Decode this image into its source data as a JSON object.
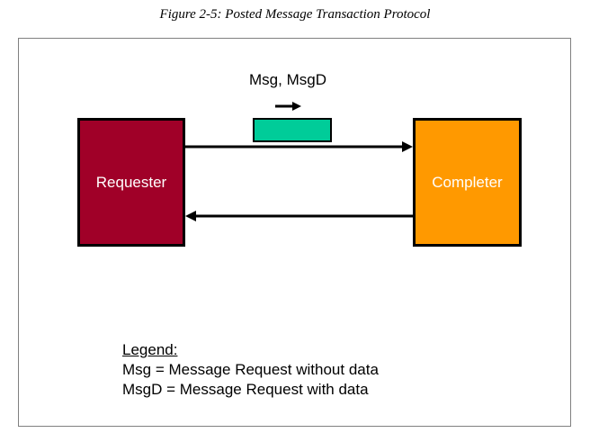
{
  "caption": "Figure 2-5: Posted Message Transaction Protocol",
  "requester": {
    "label": "Requester",
    "color": "#a00028"
  },
  "completer": {
    "label": "Completer",
    "color": "#ff9900"
  },
  "message": {
    "label": "Msg, MsgD",
    "packet_color": "#00cc99"
  },
  "legend": {
    "title": "Legend:",
    "items": [
      "Msg = Message Request without data",
      "MsgD = Message Request with data"
    ]
  }
}
